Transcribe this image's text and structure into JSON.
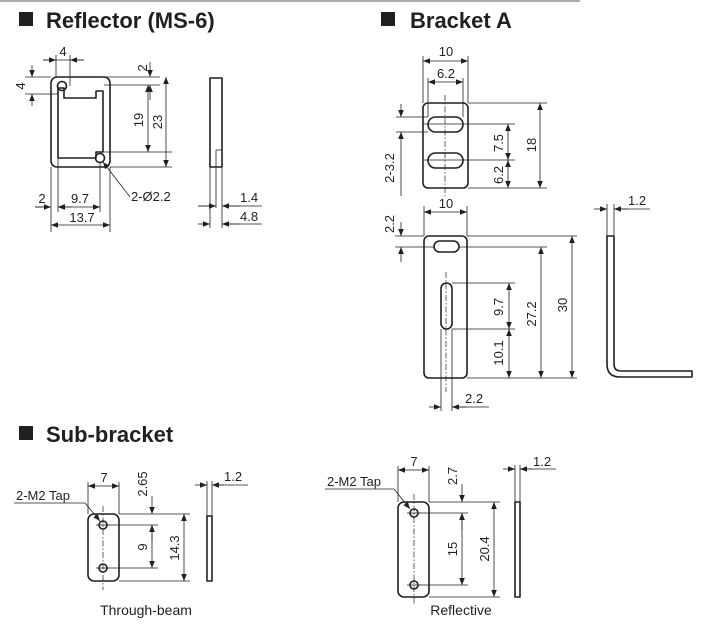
{
  "sections": {
    "reflector": {
      "title": "Reflector (MS-6)",
      "dims": {
        "top_width": "4",
        "top_gap": "2",
        "left_height": "4",
        "inner_height": "19",
        "outer_height": "23",
        "left_margin": "2",
        "inner_width": "9.7",
        "outer_width": "13.7",
        "holes": "2-Ø2.2",
        "side_thin": "1.4",
        "side_thick": "4.8"
      }
    },
    "bracket_a": {
      "title": "Bracket A",
      "dims": {
        "front_width": "10",
        "slot_span": "6.2",
        "slot_pitch": "7.5",
        "front_height": "18",
        "slot_bottom": "6.2",
        "slot_width": "2-3.2",
        "side_width": "10",
        "side_top": "2.2",
        "slot_length": "9.7",
        "side_height": "27.2",
        "total_height": "30",
        "slot_lower": "10.1",
        "slot_offset": "2.2",
        "thickness": "1.2"
      }
    },
    "sub_bracket": {
      "title": "Sub-bracket",
      "through_beam": {
        "caption": "Through-beam",
        "tap": "2-M2 Tap",
        "width": "7",
        "top": "2.65",
        "pitch": "9",
        "height": "14.3",
        "thickness": "1.2"
      },
      "reflective": {
        "caption": "Reflective",
        "tap": "2-M2 Tap",
        "width": "7",
        "top": "2.7",
        "pitch": "15",
        "height": "20.4",
        "thickness": "1.2"
      }
    }
  }
}
